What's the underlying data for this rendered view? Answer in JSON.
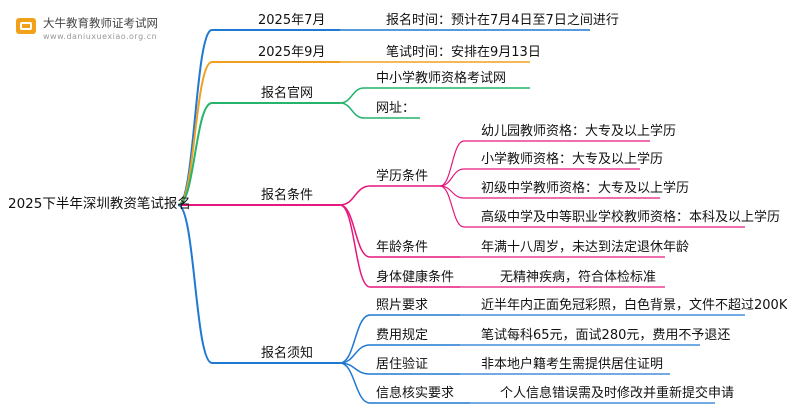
{
  "logo": {
    "title": "大牛教育教师证考试网",
    "url": "www.daniuxuexiao.org.cn"
  },
  "colors": {
    "blue": "#1f78d2",
    "orange": "#f0a020",
    "green": "#26b36b",
    "magenta": "#e5177c"
  },
  "root": "2025下半年深圳教资笔试报名",
  "branches": [
    {
      "key": "b1",
      "label": "2025年7月",
      "detail": "报名时间：预计在7月4日至7日之间进行"
    },
    {
      "key": "b2",
      "label": "2025年9月",
      "detail": "笔试时间：安排在9月13日"
    },
    {
      "key": "b3",
      "label": "报名官网",
      "items": [
        "中小学教师资格考试网",
        "网址："
      ]
    },
    {
      "key": "b4",
      "label": "报名条件",
      "groups": [
        {
          "label": "学历条件",
          "items": [
            "幼儿园教师资格：大专及以上学历",
            "小学教师资格：大专及以上学历",
            "初级中学教师资格：大专及以上学历",
            "高级中学及中等职业学校教师资格：本科及以上学历"
          ]
        },
        {
          "label": "年龄条件",
          "items": [
            "年满十八周岁，未达到法定退休年龄"
          ]
        },
        {
          "label": "身体健康条件",
          "items": [
            "无精神疾病，符合体检标准"
          ]
        }
      ]
    },
    {
      "key": "b5",
      "label": "报名须知",
      "groups": [
        {
          "label": "照片要求",
          "items": [
            "近半年内正面免冠彩照，白色背景，文件不超过200K"
          ]
        },
        {
          "label": "费用规定",
          "items": [
            "笔试每科65元，面试280元，费用不予退还"
          ]
        },
        {
          "label": "居住验证",
          "items": [
            "非本地户籍考生需提供居住证明"
          ]
        },
        {
          "label": "信息核实要求",
          "items": [
            "个人信息错误需及时修改并重新提交申请"
          ]
        }
      ]
    }
  ]
}
